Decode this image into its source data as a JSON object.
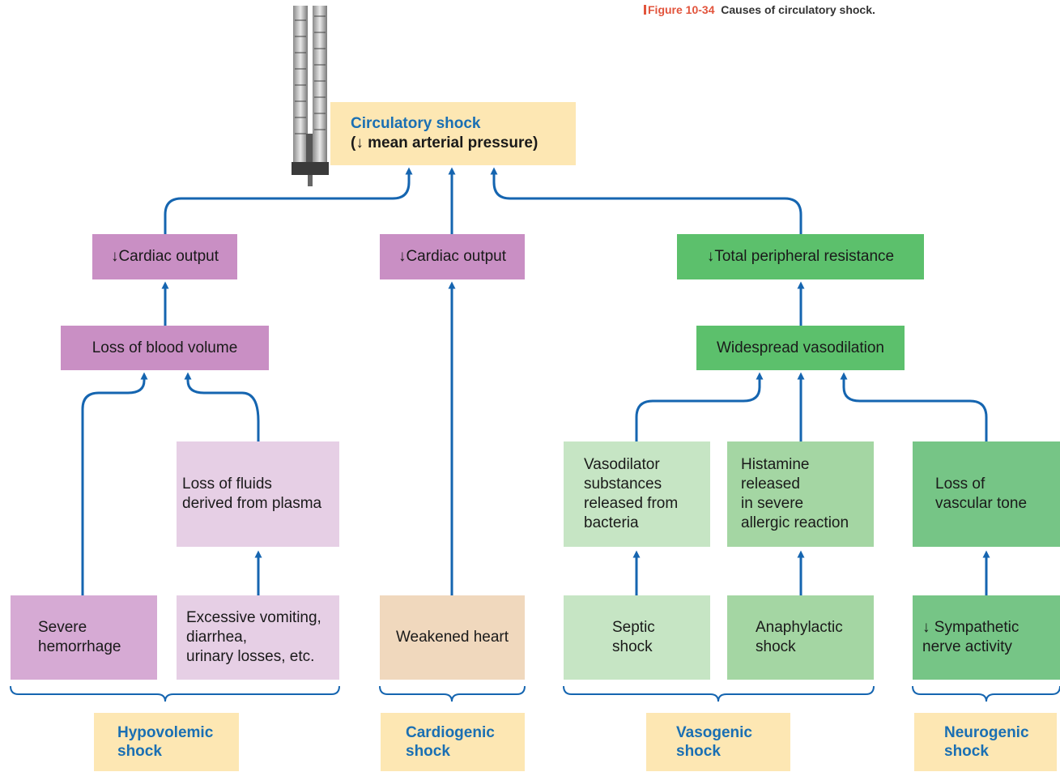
{
  "caption": {
    "figure_label": "Figure 10-34",
    "title": "Causes of circulatory shock."
  },
  "top": {
    "title": "Circulatory shock",
    "subtitle": "(↓  mean arterial pressure)"
  },
  "level1": {
    "cardiac_output_left": "↓Cardiac output",
    "cardiac_output_mid": "↓Cardiac output",
    "total_peripheral": "↓Total peripheral resistance"
  },
  "level2": {
    "loss_blood_volume": "Loss of blood volume",
    "widespread_vasodilation": "Widespread vasodilation"
  },
  "level3": {
    "loss_fluids": "Loss of fluids\nderived from plasma",
    "vasodilator_substances": "Vasodilator\nsubstances\nreleased from\nbacteria",
    "histamine": "Histamine\nreleased\nin severe\nallergic reaction",
    "loss_tone": "Loss of\nvascular tone"
  },
  "causes": {
    "severe_hemorrhage": "Severe\nhemorrhage",
    "excessive_vomiting": "Excessive vomiting,\ndiarrhea,\nurinary losses, etc.",
    "weakened_heart": "Weakened heart",
    "septic": "Septic\nshock",
    "anaphylactic": "Anaphylactic\nshock",
    "sympathetic": "↓ Sympathetic\n   nerve activity"
  },
  "categories": {
    "hypovolemic": "Hypovolemic\nshock",
    "cardiogenic": "Cardiogenic\nshock",
    "vasogenic": "Vasogenic\nshock",
    "neurogenic": "Neurogenic\nshock"
  },
  "colors": {
    "arrow": "#1565b0",
    "label_text": "#1a6fb3",
    "label_bg": "#fde7b3"
  }
}
